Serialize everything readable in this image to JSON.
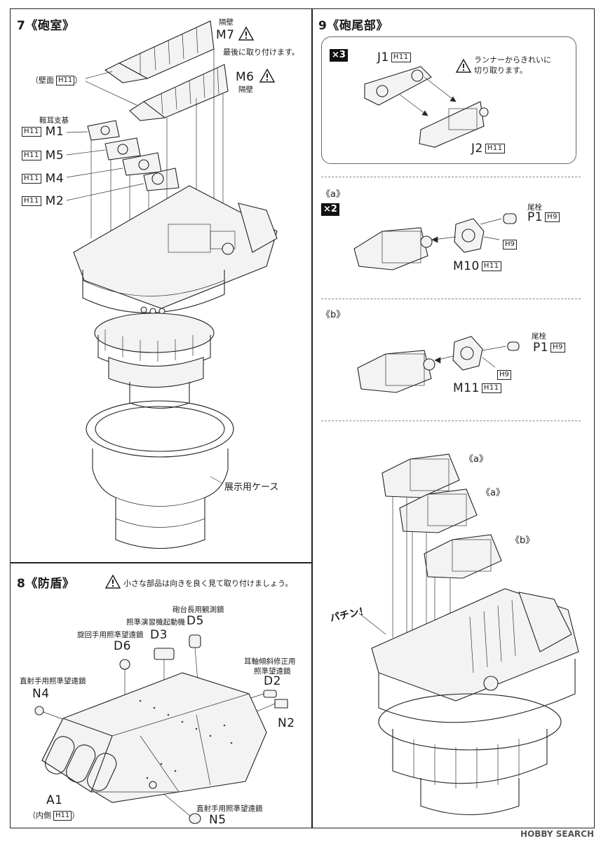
{
  "sections": {
    "s7": {
      "number": "7",
      "title": "《砲室》"
    },
    "s8": {
      "number": "8",
      "title": "《防盾》"
    },
    "s9": {
      "number": "9",
      "title": "《砲尾部》"
    }
  },
  "s7": {
    "m7": {
      "name": "隔壁",
      "code": "M7",
      "note": "最後に取り付けます。"
    },
    "m6": {
      "code": "M6",
      "name": "隔壁"
    },
    "wall_note": {
      "text": "（壁面",
      "h": "H11",
      "close": "）"
    },
    "m1": {
      "name": "鞍耳支基",
      "h": "H11",
      "code": "M1"
    },
    "m5": {
      "h": "H11",
      "code": "M5"
    },
    "m4": {
      "h": "H11",
      "code": "M4"
    },
    "m2": {
      "h": "H11",
      "code": "M2"
    },
    "case_label": "展示用ケース"
  },
  "s8": {
    "warning": "小さな部品は向きを良く見て取り付けましょう。",
    "d5": {
      "name": "砲台長用観測鏡",
      "name2": "照準演習機起動機",
      "code": "D5"
    },
    "d3": {
      "code": "D3"
    },
    "d6": {
      "name": "旋回手用照準望遠鏡",
      "code": "D6"
    },
    "d2": {
      "name": "耳軸傾斜修正用",
      "name2": "照準望遠鏡",
      "code": "D2"
    },
    "n4": {
      "name": "直射手用照準望遠鏡",
      "code": "N4"
    },
    "n2": {
      "code": "N2"
    },
    "a1": {
      "code": "A1",
      "sub": "（内側",
      "h": "H11",
      "close": "）"
    },
    "n5": {
      "name": "直射手用照準望遠鏡",
      "code": "N5"
    }
  },
  "s9": {
    "multiplier_top": "×3",
    "j1": {
      "code": "J1",
      "h": "H11"
    },
    "j2": {
      "code": "J2",
      "h": "H11"
    },
    "runner_note": "ランナーからきれいに\n切り取ります。",
    "a": {
      "label": "《a》",
      "multiplier": "×2",
      "p1_name": "尾栓",
      "p1": "P1",
      "p1_h": "H9",
      "h9": "H9",
      "m10": "M10",
      "m10_h": "H11"
    },
    "b": {
      "label": "《b》",
      "p1_name": "尾栓",
      "p1": "P1",
      "p1_h": "H9",
      "h9": "H9",
      "m11": "M11",
      "m11_h": "H11"
    },
    "assembly": {
      "tag_a1": "《a》",
      "tag_a2": "《a》",
      "tag_b": "《b》",
      "snap": "パチン！"
    }
  },
  "watermark": "HOBBY SEARCH"
}
